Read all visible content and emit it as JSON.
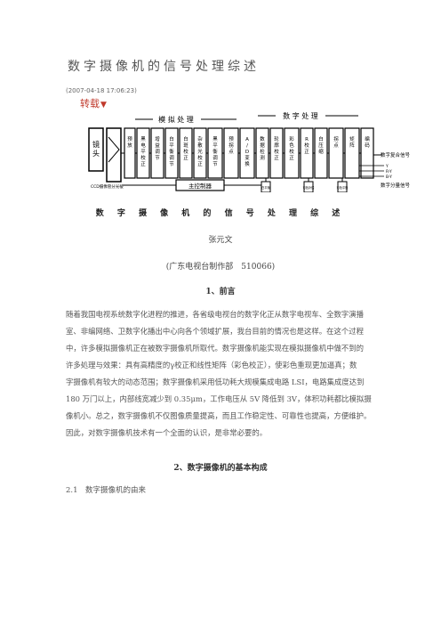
{
  "article": {
    "title": "数字摄像机的信号处理综述",
    "date": "(2007-04-18 17:06:23)",
    "repost_label": "转载",
    "repost_icon": "triangle-down-icon",
    "accent_color": "#c0392b"
  },
  "diagram": {
    "group_analog": "模 拟 处 理",
    "group_digital": "数 字 处 理",
    "lens": "镜头",
    "prism": "CCD摄像管分光棱",
    "blocks": [
      "预放",
      "黑电平校正",
      "增益调节",
      "白平衡调节",
      "白斑校正",
      "杂散光校正",
      "黑平衡调节",
      "预拐点",
      "A/D变换",
      "数据检测",
      "轮廓校正",
      "彩色校正",
      "R校正",
      "白压缩",
      "拐点",
      "矩阵",
      "编码"
    ],
    "controller": "主控制器",
    "bottom_boxes": [
      "白平衡",
      "彩色补偿",
      "彩色平衡"
    ],
    "outputs": [
      "数字复合信号",
      "Y",
      "R-Y",
      "B-Y",
      "数字分量信号"
    ]
  },
  "caption": "数 字 摄 像 机 的 信 号 处 理 综 述",
  "author": "张元文",
  "affiliation": "(广东电视台制作部　510066)",
  "section1": "1、前言",
  "paragraph_lines": [
    "随着我国电视系统数字化进程的推进，各省级电视台的数字化正从数字电视车、全数字演播",
    "室、非编网络、卫数字化播出中心向各个领域扩展，我台目前的情况也是这样。在这个过程",
    "中，许多模拟摄像机正在被数字摄像机所取代。数字摄像机能实现在模拟摄像机中做不到的",
    "许多処理与效果：具有高精度的γ校正和线性矩阵（彩色校正），使彩色重现更加逼真；数",
    "字摄像机有较大的动态范围；数字摄像机采用低功耗大规模集成电路 LSI，电路集成度达到",
    "180 万门以上，内部线宽减少到 0.35μm，工作电压从 5V 降低到 3V，体积功耗都比模拟摄",
    "像机小。总之，数字摄像机不仅图像质量提高，而且工作稳定性、可靠性也提高，方便维护。",
    "因此，对数字摄像机技术有一个全面的认识，是非常必要的。"
  ],
  "section2": "2、数字摄像机的基本构成",
  "subsection": "2.1　数字摄像机的由来"
}
